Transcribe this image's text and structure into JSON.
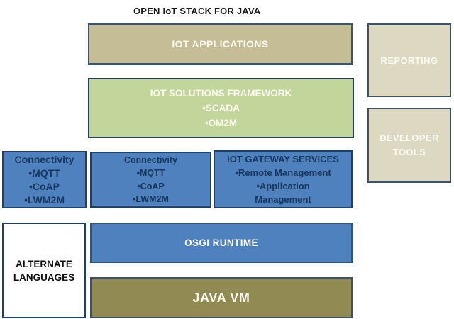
{
  "title": "OPEN IoT STACK FOR JAVA",
  "colors": {
    "tan_fill": "#C5BD96",
    "light_tan_fill": "#DDD8C2",
    "green_fill": "#C2D69B",
    "blue_fill": "#4E81BE",
    "olive_fill": "#918A52",
    "border_slate": "#3C536E",
    "border_navy": "#20406A",
    "navy_text": "#17375E",
    "white_text": "#FBF9F0"
  },
  "stack": {
    "iot_applications": {
      "label": "IOT APPLICATIONS"
    },
    "reporting": {
      "label": "REPORTING"
    },
    "developer_tools": {
      "label": "DEVELOPER TOOLS"
    },
    "solutions_framework": {
      "title": "IOT SOLUTIONS FRAMEWORK",
      "items": [
        "•SCADA",
        "•OM2M"
      ]
    },
    "connectivity_left": {
      "title": "Connectivity",
      "items": [
        "•MQTT",
        "•CoAP",
        "•LWM2M"
      ]
    },
    "connectivity_middle": {
      "title": "Connectivity",
      "items": [
        "•MQTT",
        "•CoAP",
        "•LWM2M"
      ]
    },
    "gateway_services": {
      "title": "IOT GATEWAY SERVICES",
      "items": [
        "•Remote Management",
        "•Application Management"
      ]
    },
    "alternate_languages": {
      "label": "ALTERNATE LANGUAGES"
    },
    "osgi_runtime": {
      "label": "OSGI RUNTIME"
    },
    "java_vm": {
      "label": "JAVA VM"
    }
  }
}
